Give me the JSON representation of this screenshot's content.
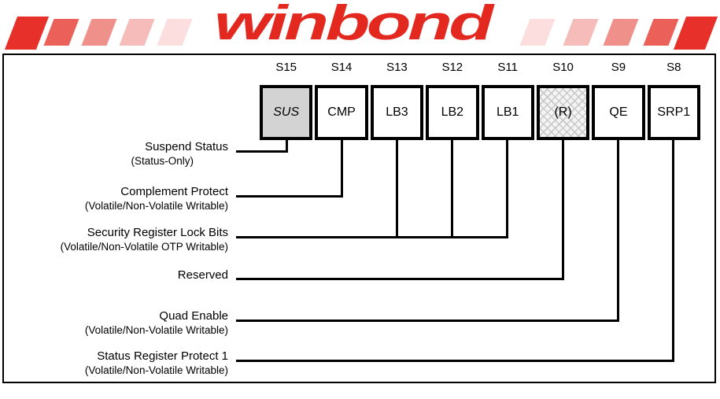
{
  "logo": {
    "wordmark": "winbond",
    "brand_red": "#e2281f",
    "stripe_colors": [
      "#e63029",
      "#eb615a",
      "#f0908a",
      "#f6bcba",
      "#fbdedd"
    ]
  },
  "register": {
    "bits": [
      {
        "position": "S15",
        "name": "SUS",
        "style": "shaded"
      },
      {
        "position": "S14",
        "name": "CMP",
        "style": "plain"
      },
      {
        "position": "S13",
        "name": "LB3",
        "style": "plain"
      },
      {
        "position": "S12",
        "name": "LB2",
        "style": "plain"
      },
      {
        "position": "S11",
        "name": "LB1",
        "style": "plain"
      },
      {
        "position": "S10",
        "name": "(R)",
        "style": "hatched"
      },
      {
        "position": "S9",
        "name": "QE",
        "style": "plain"
      },
      {
        "position": "S8",
        "name": "SRP1",
        "style": "plain"
      }
    ]
  },
  "fields": [
    {
      "bit": "S15",
      "label": "Suspend Status",
      "sublabel": "(Status-Only)"
    },
    {
      "bit": "S14",
      "label": "Complement Protect",
      "sublabel": "(Volatile/Non-Volatile Writable)"
    },
    {
      "bit": "S13-S11",
      "label": "Security Register Lock Bits",
      "sublabel": "(Volatile/Non-Volatile OTP Writable)"
    },
    {
      "bit": "S10",
      "label": "Reserved",
      "sublabel": ""
    },
    {
      "bit": "S9",
      "label": "Quad Enable",
      "sublabel": "(Volatile/Non-Volatile Writable)"
    },
    {
      "bit": "S8",
      "label": "Status Register Protect 1",
      "sublabel": "(Volatile/Non-Volatile Writable)"
    }
  ],
  "colors": {
    "line": "#000000",
    "shaded_cell": "#d3d3d3",
    "hatch_line": "#c9c9c9",
    "hatch_bg": "#f4f4f4"
  }
}
